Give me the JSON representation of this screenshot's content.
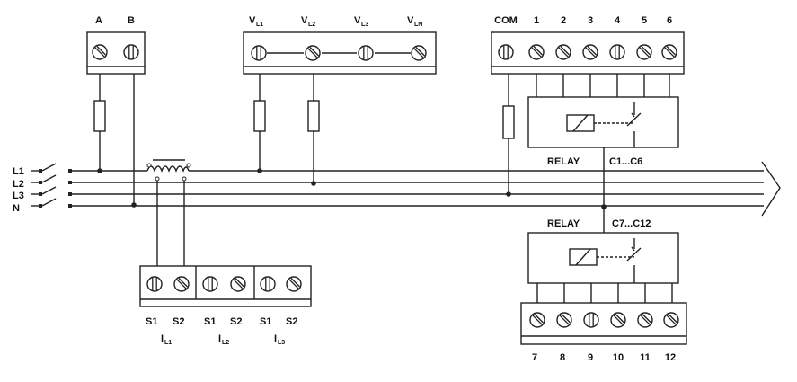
{
  "terminal_block_ab": {
    "labels": [
      "A",
      "B"
    ]
  },
  "terminal_block_voltage": {
    "labels": [
      {
        "main": "V",
        "sub": "L1"
      },
      {
        "main": "V",
        "sub": "L2"
      },
      {
        "main": "V",
        "sub": "L3"
      },
      {
        "main": "V",
        "sub": "LN"
      }
    ]
  },
  "terminal_block_top_relay": {
    "labels": [
      "COM",
      "1",
      "2",
      "3",
      "4",
      "5",
      "6"
    ]
  },
  "relay_top": {
    "name": "RELAY",
    "contacts": "C1...C6"
  },
  "relay_bottom": {
    "name": "RELAY",
    "contacts": "C7...C12"
  },
  "terminal_block_bottom_relay": {
    "labels": [
      "7",
      "8",
      "9",
      "10",
      "11",
      "12"
    ]
  },
  "line_labels": [
    "L1",
    "L2",
    "L3",
    "N"
  ],
  "current_terminals": {
    "pairs": [
      [
        "S1",
        "S2"
      ],
      [
        "S1",
        "S2"
      ],
      [
        "S1",
        "S2"
      ]
    ],
    "currents": [
      {
        "main": "I",
        "sub": "L1"
      },
      {
        "main": "I",
        "sub": "L2"
      },
      {
        "main": "I",
        "sub": "L3"
      }
    ]
  }
}
